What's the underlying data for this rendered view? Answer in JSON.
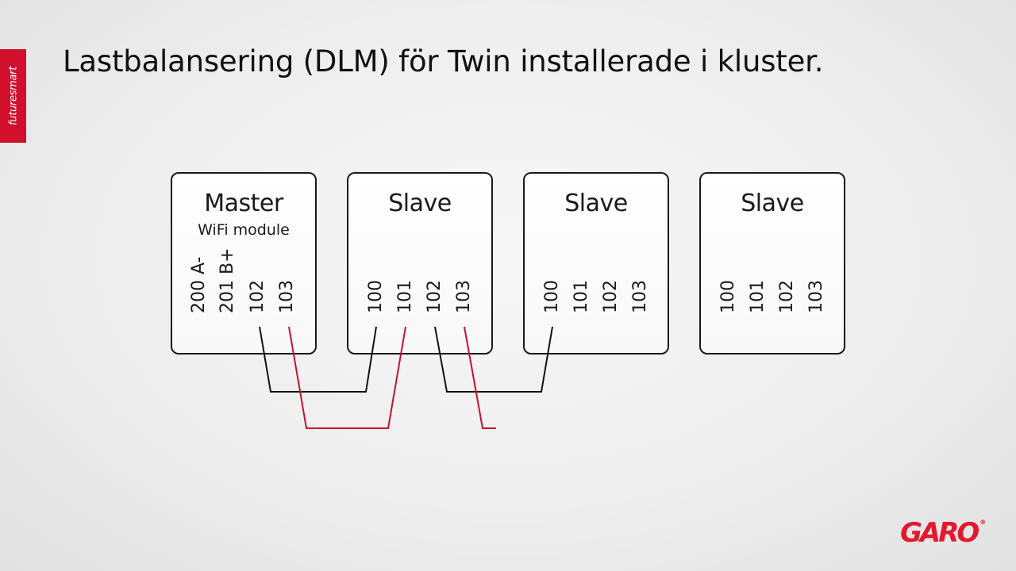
{
  "brand_tab": {
    "label": "futuresmart",
    "color": "#d2102e"
  },
  "title": "Lastbalansering (DLM) för Twin installerade i kluster.",
  "units": [
    {
      "name": "Master",
      "subtitle": "WiFi module",
      "terminals": [
        "200 A-",
        "201 B+",
        "102",
        "103"
      ]
    },
    {
      "name": "Slave",
      "subtitle": "",
      "terminals": [
        "100",
        "101",
        "102",
        "103"
      ]
    },
    {
      "name": "Slave",
      "subtitle": "",
      "terminals": [
        "100",
        "101",
        "102",
        "103"
      ]
    },
    {
      "name": "Slave",
      "subtitle": "",
      "terminals": [
        "100",
        "101",
        "102",
        "103"
      ]
    }
  ],
  "wires": [
    {
      "color": "#111111",
      "from": "Master 102",
      "to": "Slave1 100"
    },
    {
      "color": "#c8102e",
      "from": "Master 103",
      "to": "Slave1 101"
    },
    {
      "color": "#111111",
      "from": "Slave1 102",
      "to": "Slave2 100"
    },
    {
      "color": "#c8102e",
      "from": "Slave1 103",
      "to": "open end"
    }
  ],
  "logo": {
    "text": "GARO",
    "mark": "®",
    "color": "#e3182d"
  }
}
